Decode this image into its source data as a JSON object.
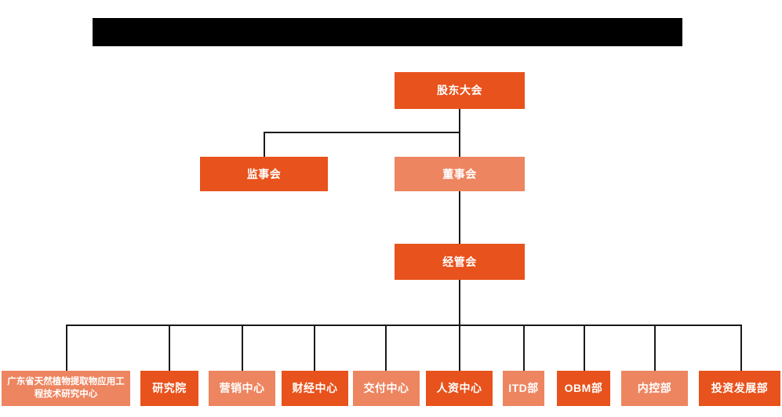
{
  "chart_title_bar": {
    "label": "",
    "redacted": true,
    "color": "#000000"
  },
  "colors": {
    "accent_dark": "#e8521c",
    "accent_light": "#ed8560",
    "line": "#1a1a1a",
    "text": "#ffffff",
    "background": "#ffffff"
  },
  "chart_data": {
    "type": "diagram",
    "subtype": "organization-chart",
    "title": "",
    "orientation": "top-down",
    "levels": [
      {
        "level": 1,
        "nodes": [
          {
            "id": "shareholders",
            "label": "股东大会",
            "shade": "dark"
          }
        ]
      },
      {
        "level": 2,
        "nodes": [
          {
            "id": "supervisory",
            "label": "监事会",
            "shade": "dark"
          },
          {
            "id": "board",
            "label": "董事会",
            "shade": "light"
          }
        ]
      },
      {
        "level": 3,
        "nodes": [
          {
            "id": "management",
            "label": "经管会",
            "shade": "dark"
          }
        ]
      },
      {
        "level": 4,
        "nodes": [
          {
            "id": "gd-research-center",
            "label": "广东省天然植物提取物应用工程技术研究中心",
            "shade": "light"
          },
          {
            "id": "research-institute",
            "label": "研究院",
            "shade": "dark"
          },
          {
            "id": "marketing-center",
            "label": "营销中心",
            "shade": "light"
          },
          {
            "id": "finance-center",
            "label": "财经中心",
            "shade": "dark"
          },
          {
            "id": "delivery-center",
            "label": "交付中心",
            "shade": "light"
          },
          {
            "id": "hr-center",
            "label": "人资中心",
            "shade": "dark"
          },
          {
            "id": "itd-dept",
            "label": "ITD部",
            "shade": "light"
          },
          {
            "id": "obm-dept",
            "label": "OBM部",
            "shade": "dark"
          },
          {
            "id": "internal-control-dept",
            "label": "内控部",
            "shade": "light"
          },
          {
            "id": "investment-dev-dept",
            "label": "投资发展部",
            "shade": "dark"
          }
        ]
      }
    ],
    "edges": [
      {
        "from": "shareholders",
        "to": "board"
      },
      {
        "from": "shareholders",
        "to": "supervisory"
      },
      {
        "from": "board",
        "to": "management"
      },
      {
        "from": "management",
        "to": "gd-research-center"
      },
      {
        "from": "management",
        "to": "research-institute"
      },
      {
        "from": "management",
        "to": "marketing-center"
      },
      {
        "from": "management",
        "to": "finance-center"
      },
      {
        "from": "management",
        "to": "delivery-center"
      },
      {
        "from": "management",
        "to": "hr-center"
      },
      {
        "from": "management",
        "to": "itd-dept"
      },
      {
        "from": "management",
        "to": "obm-dept"
      },
      {
        "from": "management",
        "to": "internal-control-dept"
      },
      {
        "from": "management",
        "to": "investment-dev-dept"
      }
    ]
  }
}
